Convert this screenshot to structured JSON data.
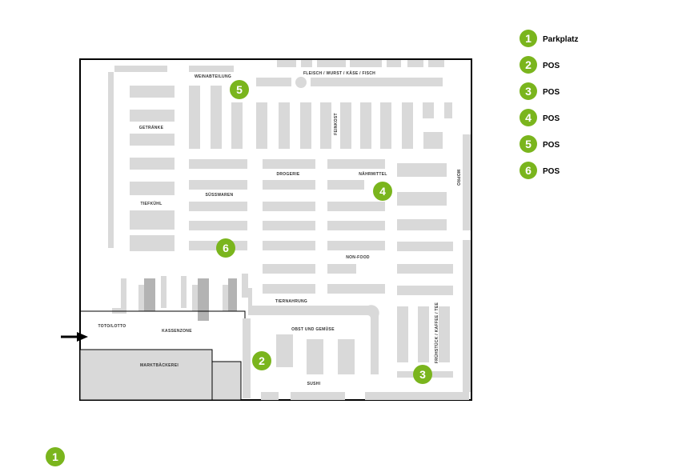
{
  "colors": {
    "marker": "#7ab51d",
    "shelf": "#d9d9d9",
    "shelf_dark": "#b3b3b3",
    "outline": "#000000"
  },
  "legend": [
    {
      "num": "1",
      "label": "Parkplatz"
    },
    {
      "num": "2",
      "label": "POS"
    },
    {
      "num": "3",
      "label": "POS"
    },
    {
      "num": "4",
      "label": "POS"
    },
    {
      "num": "5",
      "label": "POS"
    },
    {
      "num": "6",
      "label": "POS"
    }
  ],
  "zones": {
    "weinabteilung": "WEINABTEILUNG",
    "fleisch": "FLEISCH / WURST / KÄSE / FISCH",
    "getraenke": "GETRÄNKE",
    "feinkost": "FEINKOST",
    "drogerie": "DROGERIE",
    "naehrmittel": "NÄHRMITTEL",
    "mopro": "MOPRO",
    "tiefkuehl": "TIEFKÜHL",
    "suesswaren": "SÜSSWAREN",
    "non_food": "NON-FOOD",
    "tiernahrung": "TIERNAHRUNG",
    "toto": "TOTO/LOTTO",
    "kassenzone": "KASSENZONE",
    "obst": "OBST UND GEMÜSE",
    "fruehstueck": "FRÜHSTÜCK / KAFFEE / TEE",
    "marktbaeckerei": "MARKTBÄCKEREI",
    "sushi": "SUSHI"
  },
  "markers": {
    "parking": "1",
    "pos2": "2",
    "pos3": "3",
    "pos4": "4",
    "pos5": "5",
    "pos6": "6"
  },
  "icons": {
    "entrance": "entrance-arrow-icon"
  }
}
